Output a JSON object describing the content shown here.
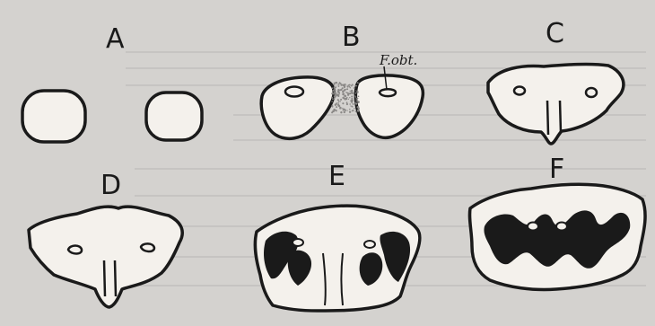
{
  "figure": {
    "panels": [
      {
        "letter": "A"
      },
      {
        "letter": "B",
        "annotation": "F.obt."
      },
      {
        "letter": "C"
      },
      {
        "letter": "D"
      },
      {
        "letter": "E"
      },
      {
        "letter": "F"
      }
    ]
  },
  "colors": {
    "paper": "#d4d2cf",
    "panel_fill": "#f4f1ec",
    "ink": "#1a1a1a",
    "stipple": "#8a8886"
  }
}
